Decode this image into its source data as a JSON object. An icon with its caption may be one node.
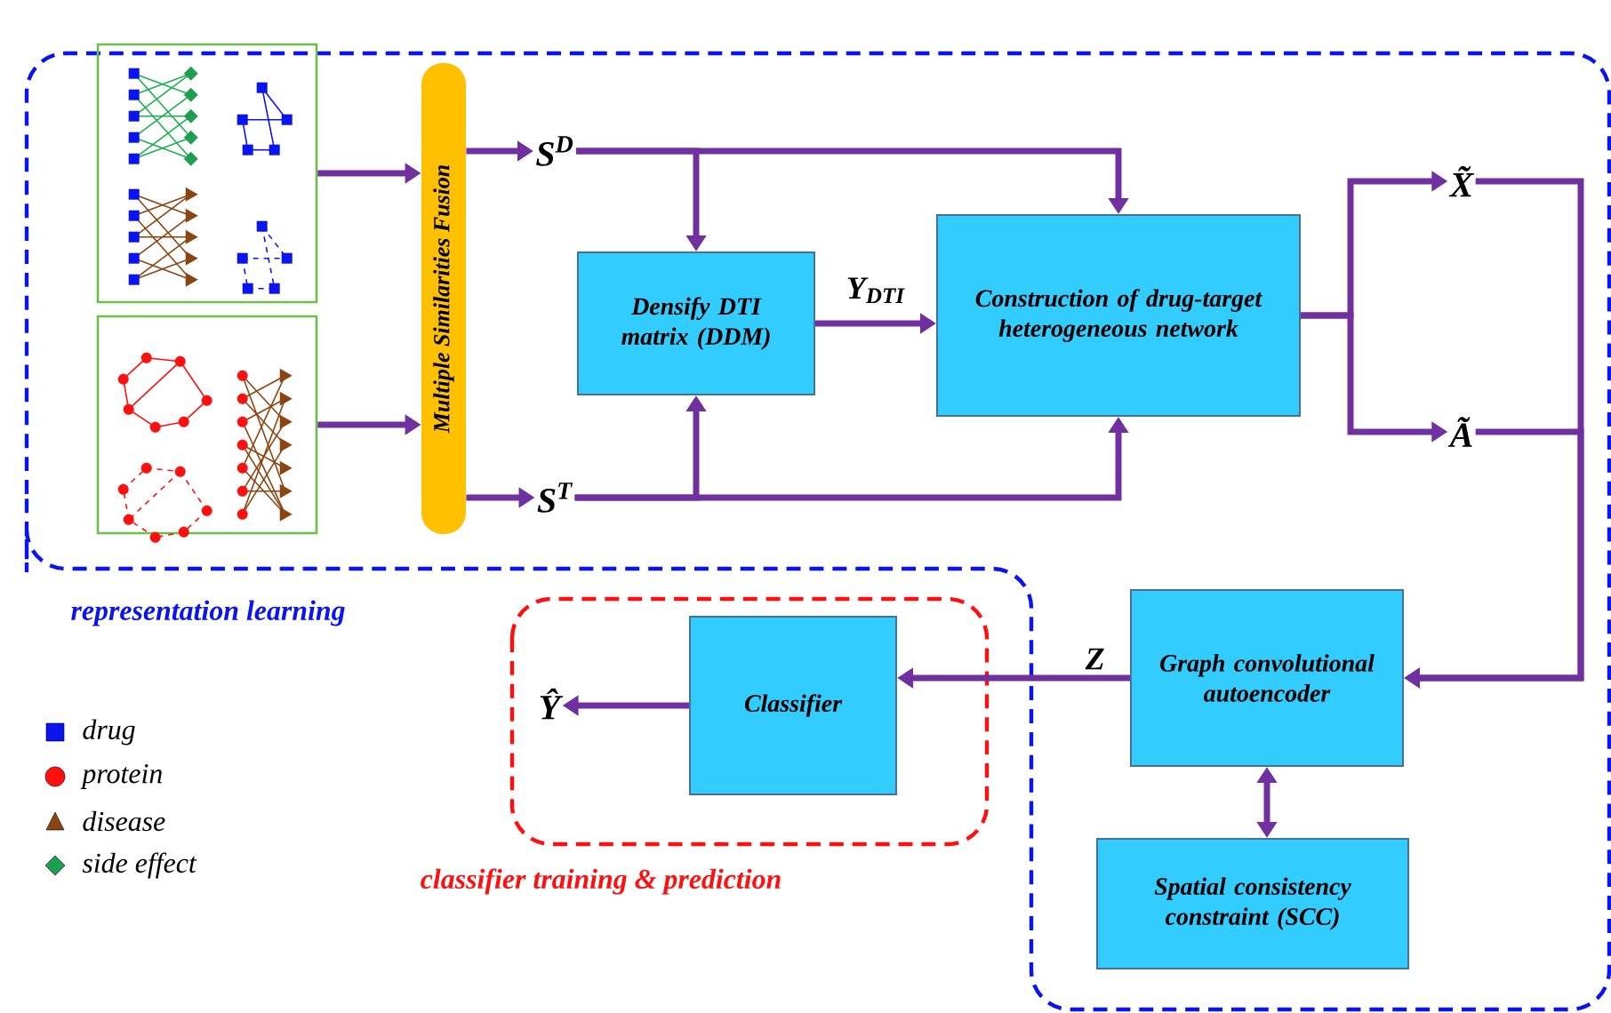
{
  "diagram": {
    "nodes": [
      {
        "text": [
          "representation learning"
        ]
      },
      {
        "text": [
          "classifier training & prediction"
        ]
      },
      {
        "text": [],
        "shape": "picture",
        "in": 0
      },
      {
        "text": [],
        "shape": "picture",
        "in": 0
      },
      {
        "text": [
          "Multiple Similarities Fusion"
        ],
        "in": 0
      },
      {
        "text": [
          "S$^{D}$"
        ],
        "in": 0
      },
      {
        "text": [
          "S$^{T}$"
        ],
        "in": 0
      },
      {
        "text": [
          "Densify DTI matrix (DDM)"
        ],
        "in": 0
      },
      {
        "text": [
          "Construction of drug-target heterogeneous network"
        ],
        "in": 0
      },
      {
        "text": [
          "X̃"
        ],
        "in": 0
      },
      {
        "text": [
          "Ã"
        ],
        "in": 0
      },
      {
        "text": [
          "Graph convolutional autoencoder"
        ],
        "in": 0
      },
      {
        "text": [
          "Spatial consistency constraint (SCC)"
        ],
        "in": 0
      },
      {
        "text": [
          "Classifier"
        ],
        "in": 1
      },
      {
        "text": [
          "Ŷ"
        ],
        "in": 1
      }
    ],
    "edges": [
      {
        "from": 2,
        "to": 4,
        "arrow": "to"
      },
      {
        "from": 3,
        "to": 4,
        "arrow": "to"
      },
      {
        "from": 4,
        "to": 5,
        "arrow": "to"
      },
      {
        "from": 4,
        "to": 6,
        "arrow": "to"
      },
      {
        "from": 5,
        "to": 7,
        "arrow": "to"
      },
      {
        "from": 5,
        "to": 8,
        "arrow": "to"
      },
      {
        "from": 6,
        "to": 7,
        "arrow": "to"
      },
      {
        "from": 6,
        "to": 8,
        "arrow": "to"
      },
      {
        "from": 7,
        "to": 8,
        "arrow": "to",
        "label": "Y$_{DTI}$"
      },
      {
        "from": 8,
        "to": 9,
        "arrow": "to"
      },
      {
        "from": 8,
        "to": 10,
        "arrow": "to"
      },
      {
        "from": 9,
        "to": 11,
        "arrow": "to"
      },
      {
        "from": 10,
        "to": 11,
        "arrow": "to"
      },
      {
        "from": 11,
        "to": 12,
        "arrow": "both"
      },
      {
        "from": 11,
        "to": 13,
        "arrow": "to",
        "label": "Z"
      },
      {
        "from": 13,
        "to": 14,
        "arrow": "to"
      }
    ],
    "legend": [
      {
        "text": "drug"
      },
      {
        "text": "protein"
      },
      {
        "text": "disease"
      },
      {
        "text": "side effect"
      }
    ]
  }
}
